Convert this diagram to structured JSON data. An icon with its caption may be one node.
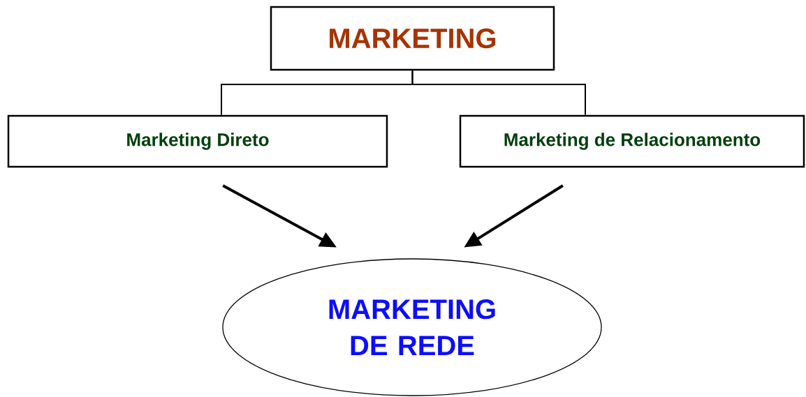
{
  "diagram": {
    "nodes": [
      {
        "text": [
          "MARKETING"
        ]
      },
      {
        "text": [
          "Marketing Direto"
        ]
      },
      {
        "text": [
          "Marketing de Relacionamento"
        ]
      },
      {
        "text": [
          "MARKETING DE REDE"
        ]
      }
    ],
    "edges": [
      {
        "from": 0,
        "to": 1,
        "arrow": "none"
      },
      {
        "from": 0,
        "to": 2,
        "arrow": "none"
      },
      {
        "from": 1,
        "to": 3,
        "arrow": "to",
        "style": "thick"
      },
      {
        "from": 2,
        "to": 3,
        "arrow": "to",
        "style": "thick"
      }
    ]
  }
}
